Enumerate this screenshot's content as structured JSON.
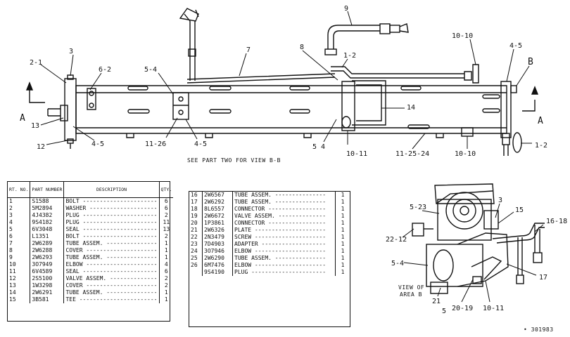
{
  "callouts": {
    "c2_1": "2-1",
    "c3a": "3",
    "c6_2": "6-2",
    "c5_4a": "5-4",
    "c7": "7",
    "c8": "8",
    "c1_2a": "1-2",
    "c9": "9",
    "c10_10a": "10-10",
    "c4_5a": "4-5",
    "cB": "B",
    "cA_left": "A",
    "cA_right": "A",
    "c13": "13",
    "c12": "12",
    "c4_5b": "4-5",
    "c11_26": "11-26",
    "c4_5c": "4-5",
    "c14": "14",
    "c5_4b": "5 4",
    "c10_11a": "10-11",
    "c11_25_24": "11-25-24",
    "c10_10b": "10-10",
    "c1_2b": "1-2",
    "c5_23": "5-23",
    "c3b": "3",
    "c15": "15",
    "c16_18": "16-18",
    "c22_12": "22-12",
    "c5_4c": "5-4",
    "c17": "17",
    "c21": "21",
    "c5": "5",
    "c20_19": "20-19",
    "c10_11b": "10-11"
  },
  "see_part_two": "SEE PART TWO FOR VIEW B-B",
  "view_caption_1": "VIEW OF",
  "view_caption_2": "AREA B",
  "figure_number": "• 301983",
  "table1": {
    "headers": {
      "no": "RT. NO.",
      "part": "PART NUMBER",
      "desc": "DESCRIPTION",
      "qty": "QTY."
    },
    "rows": [
      {
        "no": "1",
        "part": "S1588",
        "desc": "BOLT",
        "qty": "6"
      },
      {
        "no": "2",
        "part": "5M2894",
        "desc": "WASHER",
        "qty": "6"
      },
      {
        "no": "3",
        "part": "4J4382",
        "desc": "PLUG",
        "qty": "2"
      },
      {
        "no": "4",
        "part": "9S4182",
        "desc": "PLUG",
        "qty": "11"
      },
      {
        "no": "5",
        "part": "6V3048",
        "desc": "SEAL",
        "qty": "13"
      },
      {
        "no": "6",
        "part": "L1351",
        "desc": "BOLT",
        "qty": "2"
      },
      {
        "no": "7",
        "part": "2W6289",
        "desc": "TUBE ASSEM.",
        "qty": "1"
      },
      {
        "no": "8",
        "part": "2W6288",
        "desc": "COVER",
        "qty": "1"
      },
      {
        "no": "9",
        "part": "2W6293",
        "desc": "TUBE ASSEM.",
        "qty": "1"
      },
      {
        "no": "10",
        "part": "3O7949",
        "desc": "ELBOW",
        "qty": "4"
      },
      {
        "no": "11",
        "part": "6V4589",
        "desc": "SEAL",
        "qty": "6"
      },
      {
        "no": "12",
        "part": "2S5100",
        "desc": "VALVE ASSEM.",
        "qty": "2"
      },
      {
        "no": "13",
        "part": "1W3298",
        "desc": "COVER",
        "qty": "2"
      },
      {
        "no": "14",
        "part": "2W6291",
        "desc": "TUBE ASSEM.",
        "qty": "1"
      },
      {
        "no": "15",
        "part": "3B581",
        "desc": "TEE",
        "qty": "1"
      }
    ]
  },
  "table2": {
    "rows": [
      {
        "no": "16",
        "part": "2W6567",
        "desc": "TUBE ASSEM.",
        "qty": "1"
      },
      {
        "no": "17",
        "part": "2W6292",
        "desc": "TUBE ASSEM.",
        "qty": "1"
      },
      {
        "no": "18",
        "part": "8L6557",
        "desc": "CONNECTOR",
        "qty": "1"
      },
      {
        "no": "19",
        "part": "2W6672",
        "desc": "VALVE ASSEM.",
        "qty": "1"
      },
      {
        "no": "20",
        "part": "1P3861",
        "desc": "CONNECTOR",
        "qty": "1"
      },
      {
        "no": "21",
        "part": "2W6326",
        "desc": "PLATE",
        "qty": "1"
      },
      {
        "no": "22",
        "part": "2N3479",
        "desc": "SCREW",
        "qty": "1"
      },
      {
        "no": "23",
        "part": "7D4903",
        "desc": "ADAPTER",
        "qty": "1"
      },
      {
        "no": "24",
        "part": "3O7946",
        "desc": "ELBOW",
        "qty": "1"
      },
      {
        "no": "25",
        "part": "2W6290",
        "desc": "TUBE ASSEM.",
        "qty": "1"
      },
      {
        "no": "26",
        "part": "6M7476",
        "desc": "ELBOW",
        "qty": "1"
      },
      {
        "no": "",
        "part": "9S4190",
        "desc": "PLUG",
        "qty": "1"
      }
    ]
  }
}
